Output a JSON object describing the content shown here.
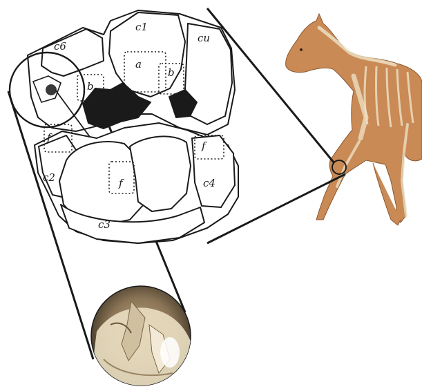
{
  "figure": {
    "labels": {
      "c6": "c6",
      "c1": "c1",
      "cu": "cu",
      "a": "a",
      "b_left": "b",
      "b_right": "b",
      "f_left": "f",
      "f_right": "f",
      "f_center": "f",
      "c2": "c2",
      "c3": "c3",
      "c4": "c4"
    },
    "colors": {
      "ink": "#1a1a1a",
      "horse_body": "#c98a55",
      "horse_dark": "#8a5630",
      "skeleton": "#efe3c8",
      "arthro_bg": "#5a4a36",
      "arthro_cartilage": "#e8dcc0"
    },
    "icons": [
      "horse-illustration",
      "carpal-bones-drawing",
      "arthroscopic-view"
    ]
  }
}
